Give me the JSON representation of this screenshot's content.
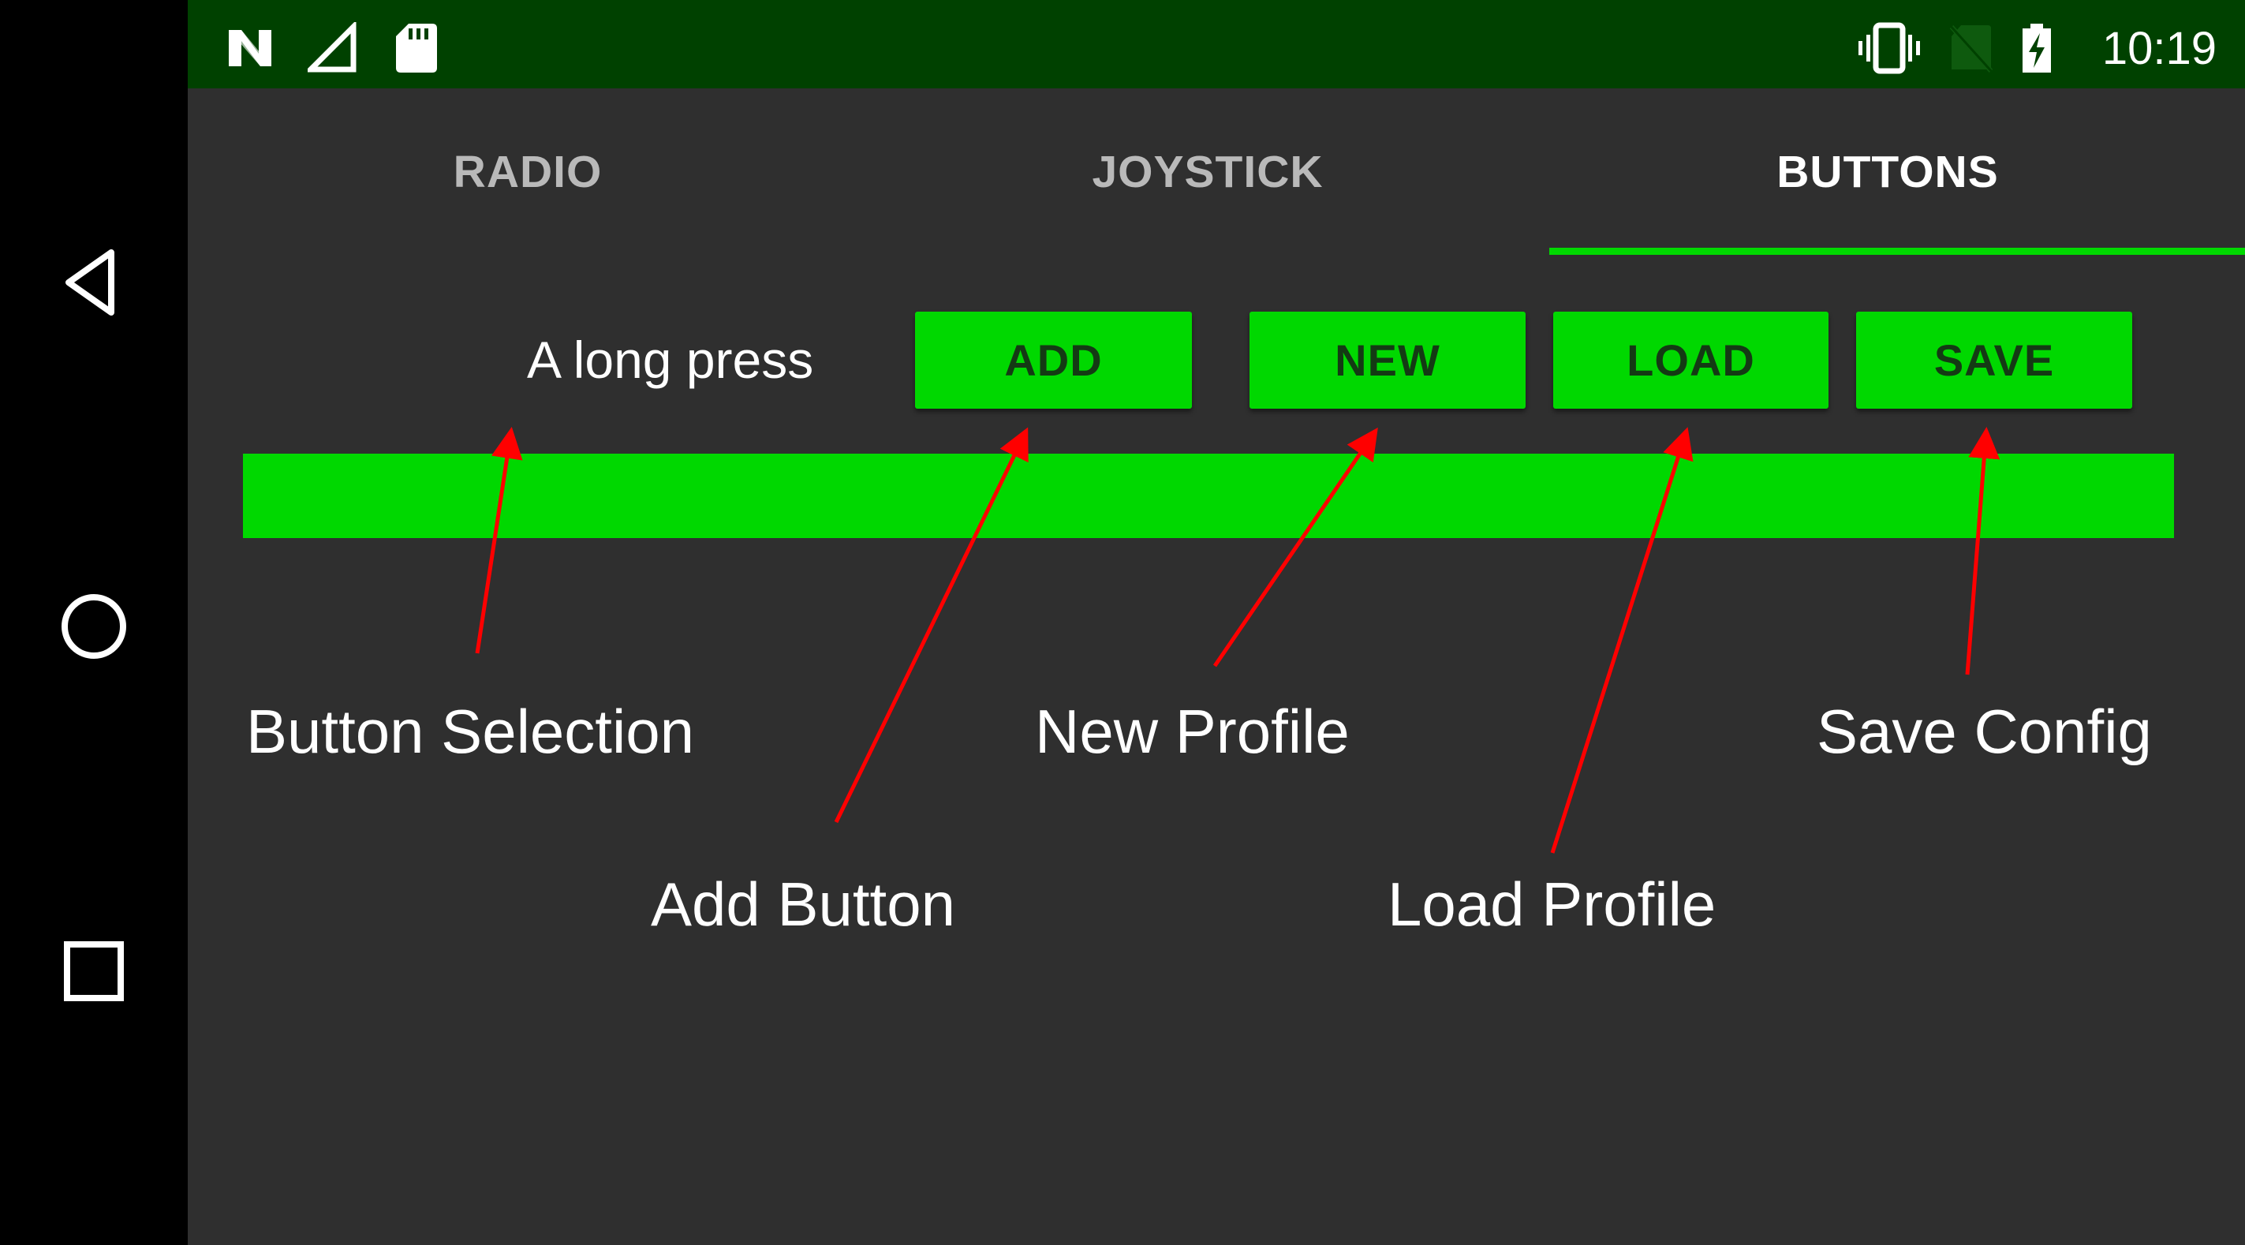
{
  "status_bar": {
    "time": "10:19",
    "icons": [
      "n-notification-icon",
      "signal-icon",
      "sd-card-icon",
      "vibrate-icon",
      "no-sim-icon",
      "battery-charging-icon"
    ]
  },
  "navigation": {
    "icons": [
      "back-icon",
      "home-icon",
      "recents-icon"
    ]
  },
  "tabs": [
    {
      "label": "RADIO",
      "active": false
    },
    {
      "label": "JOYSTICK",
      "active": false
    },
    {
      "label": "BUTTONS",
      "active": true
    }
  ],
  "spinner": {
    "value": "A long press"
  },
  "buttons": {
    "add": "ADD",
    "new": "NEW",
    "load": "LOAD",
    "save": "SAVE"
  },
  "annotations": {
    "button_selection": "Button Selection",
    "add_button": "Add Button",
    "new_profile": "New Profile",
    "load_profile": "Load Profile",
    "save_config": "Save Config"
  },
  "colors": {
    "accent": "#00d800",
    "status_bar": "#004100",
    "background": "#2f2f2f",
    "annotation_arrow": "#ff0000"
  }
}
